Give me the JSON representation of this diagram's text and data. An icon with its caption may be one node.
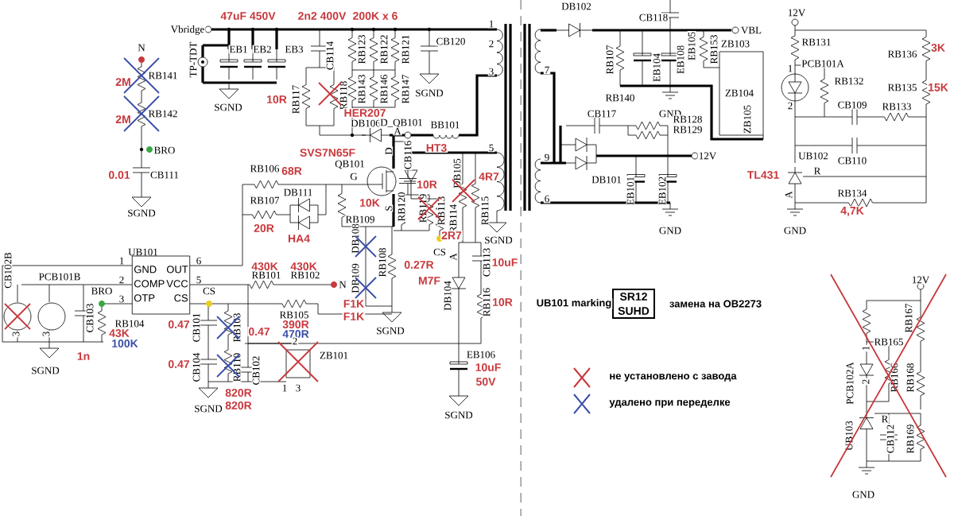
{
  "diagram": {
    "nodes": [
      {
        "text": [
          "GND",
          "OUT",
          "COMP",
          "VCC",
          "OTP",
          "CS"
        ],
        "beside": [
          "UB101",
          "1",
          "6",
          "2",
          "5",
          "3"
        ]
      },
      {
        "text": [
          "SR12 SUHD"
        ]
      }
    ],
    "labels": [
      "N",
      "RB141",
      "2M",
      "RB142",
      "2M",
      "BRO",
      "0.01",
      "CB111",
      "SGND",
      "47uF 450V",
      "2n2 400V",
      "200K x 6",
      "Vbridge",
      "TP-TDT",
      "EB1",
      "EB2",
      "EB3",
      "SGND",
      "10R",
      "RB117",
      "CB114",
      "RB118",
      "RB123",
      "RB122",
      "RB121",
      "RB143",
      "RB146",
      "RB147",
      "CB120",
      "SGND",
      "1",
      "2",
      "3",
      "HER207",
      "DB106",
      "D_QB101",
      "A",
      "BB101",
      "SVS7N65F",
      "QB101",
      "D",
      "G",
      "S",
      "HT3",
      "CB116",
      "10R",
      "4R7",
      "RB120",
      "RB119",
      "RB113",
      "DB105",
      "RB114",
      "RB115",
      "5",
      "SGND",
      "RB106",
      "68R",
      "DB111",
      "RB107",
      "20R",
      "HA4",
      "10K",
      "RB109",
      "2R7",
      "CS",
      "DB108",
      "DB109",
      "RB108",
      "0.27R",
      "N",
      "F1K",
      "F1K",
      "SGND",
      "A",
      "M7F",
      "DB104",
      "CB113",
      "10uF",
      "RB116",
      "10R",
      "EB106",
      "10uF",
      "50V",
      "SGND",
      "PCB101B",
      "CB102B",
      "3",
      "3",
      "CB103",
      "BRO",
      "RB104",
      "43K",
      "100K",
      "1n",
      "SGND",
      "CS",
      "430K",
      "430K",
      "RB101",
      "RB102",
      "RB105",
      "390R",
      "470R",
      "0.47",
      "CB101",
      "RB103",
      "0.47",
      "0.47",
      "CB104",
      "RB110",
      "CB102",
      "ZB101",
      "2",
      "1",
      "3",
      "820R",
      "820R",
      "SGND",
      "DB102",
      "CB118",
      "VBL",
      "RB107",
      "EB104",
      "EB108",
      "EB105",
      "RB153",
      "RB140",
      "GND",
      "ZB103",
      "ZB104",
      "ZB105",
      "7",
      "9",
      "6",
      "CB117",
      "RB128",
      "RB129",
      "12V",
      "DB101",
      "EB101",
      "EB102",
      "GND",
      "12V",
      "RB131",
      "PCB101A",
      "1",
      "2",
      "RB132",
      "RB136",
      "3K",
      "RB135",
      "15K",
      "CB109",
      "RB133",
      "CB110",
      "UB102",
      "TL431",
      "R",
      "A",
      "RB134",
      "4,7K",
      "GND",
      "UB101 marking",
      "замена на OB2273",
      "12V",
      "RB167",
      "RB165",
      "1",
      "PCB102A",
      "2",
      "RB166",
      "RB168",
      "R",
      "UB103",
      "CB112",
      "RB169",
      "GND"
    ],
    "legend": [
      {
        "text": "не установлено с завода"
      },
      {
        "text": "удалено при переделке"
      }
    ]
  }
}
